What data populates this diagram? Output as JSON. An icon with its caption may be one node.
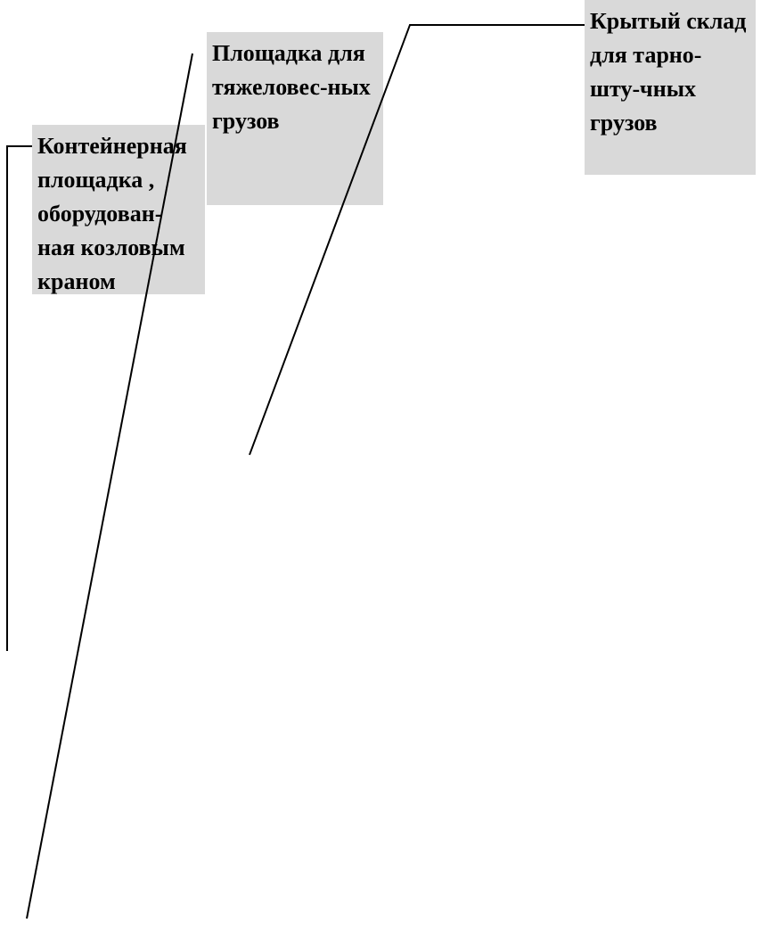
{
  "diagram": {
    "nodes": [
      {
        "text": [
          "Площадка для тяжеловес-ных грузов"
        ]
      },
      {
        "text": [
          "Крытый склад для тарно-шту-чных грузов"
        ]
      },
      {
        "text": [
          "Контейнерная площадка , оборудован-ная козловым краном"
        ]
      }
    ],
    "edges": [
      {
        "from": 0,
        "to": null,
        "arrow": "none"
      },
      {
        "from": 1,
        "to": null,
        "arrow": "none"
      },
      {
        "from": 2,
        "to": null,
        "arrow": "none"
      }
    ]
  }
}
